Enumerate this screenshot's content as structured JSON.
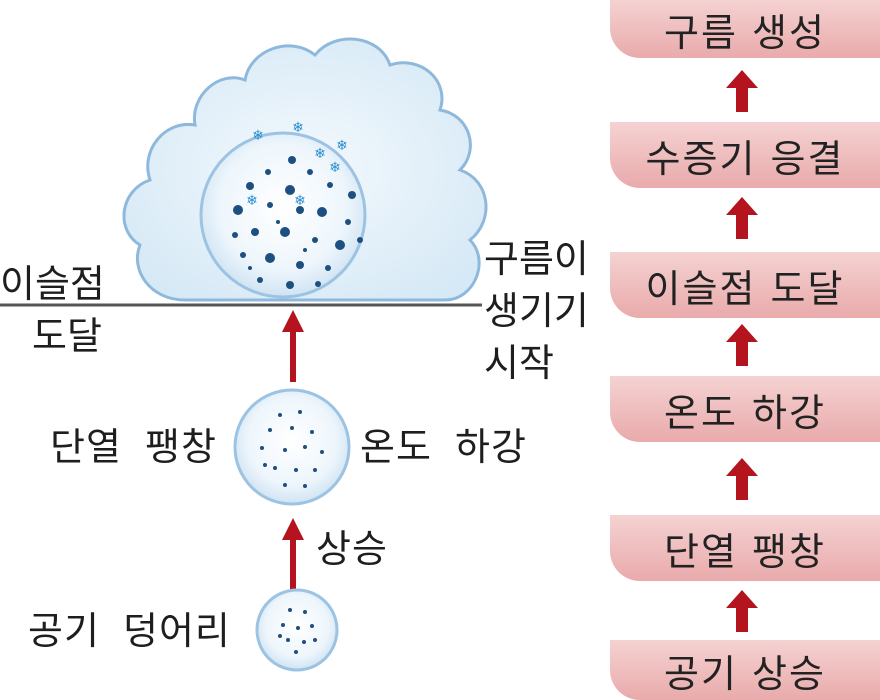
{
  "left_diagram": {
    "dew_point_label": [
      "이슬점",
      "도달"
    ],
    "cloud_begin_label": [
      "구름이",
      "생기기",
      "시작"
    ],
    "adiabatic_expansion_label": "단열 팽창",
    "temperature_drop_label": "온도 하강",
    "rise_label": "상승",
    "air_parcel_label": "공기 덩어리"
  },
  "flow": {
    "steps": [
      "구름 생성",
      "수증기 응결",
      "이슬점 도달",
      "온도 하강",
      "단열 팽창",
      "공기 상승"
    ]
  },
  "colors": {
    "arrow": "#b3141e",
    "step_fill": "#efbcbd",
    "cloud_fill": "#dcedf8",
    "cloud_stroke": "#8fb9dc",
    "particle": "#1d4f80",
    "ice_crystal": "#2a8fd0"
  }
}
